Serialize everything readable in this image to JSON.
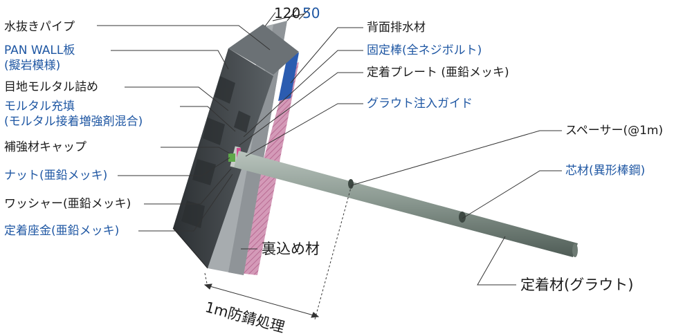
{
  "colors": {
    "blue_text": "#1f57a3",
    "black_text": "#1a1a1a",
    "drainage": "#2b5cb0",
    "backfill": "#c87aa0",
    "concrete": "#9a9fa3",
    "panel": "#3c4144",
    "rod": "#7b8c84"
  },
  "dims": {
    "d120": "120",
    "d50": "50"
  },
  "left_labels": {
    "l1": "水抜きパイプ",
    "l2a": "PAN WALL板",
    "l2b": "(擬岩模様)",
    "l3": "目地モルタル詰め",
    "l4a": "モルタル充填",
    "l4b": "(モルタル接着増強剤混合)",
    "l5": "補強材キャップ",
    "l6": "ナット(亜鉛メッキ)",
    "l7": "ワッシャー(亜鉛メッキ)",
    "l8": "定着座金(亜鉛メッキ)"
  },
  "right_labels": {
    "r1": "背面排水材",
    "r2": "固定棒(全ネジボルト)",
    "r3": "定着プレート (亜鉛メッキ)",
    "r4": "グラウト注入ガイド",
    "r5": "スペーサー(@1m)",
    "r6": "芯材(異形棒鋼)"
  },
  "bottom_labels": {
    "b1": "裏込め材",
    "b2": "定着材(グラウト)",
    "b3": "1m防錆処理"
  }
}
